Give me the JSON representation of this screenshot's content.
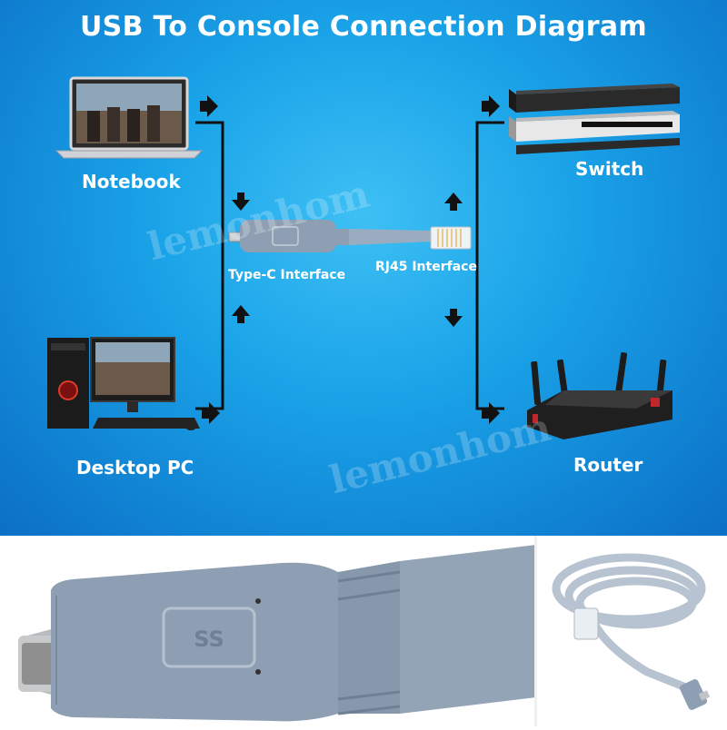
{
  "title": "USB To Console Connection Diagram",
  "devices": {
    "notebook": "Notebook",
    "desktop": "Desktop PC",
    "switch": "Switch",
    "router": "Router"
  },
  "interfaces": {
    "typec": "Type-C Interface",
    "rj45": "RJ45 Interface"
  },
  "watermark": "lemonhom",
  "usb_logo_text": "SS",
  "colors": {
    "background_top": "#1aa3e8",
    "cable": "#8e9fb3",
    "line": "#111111"
  }
}
